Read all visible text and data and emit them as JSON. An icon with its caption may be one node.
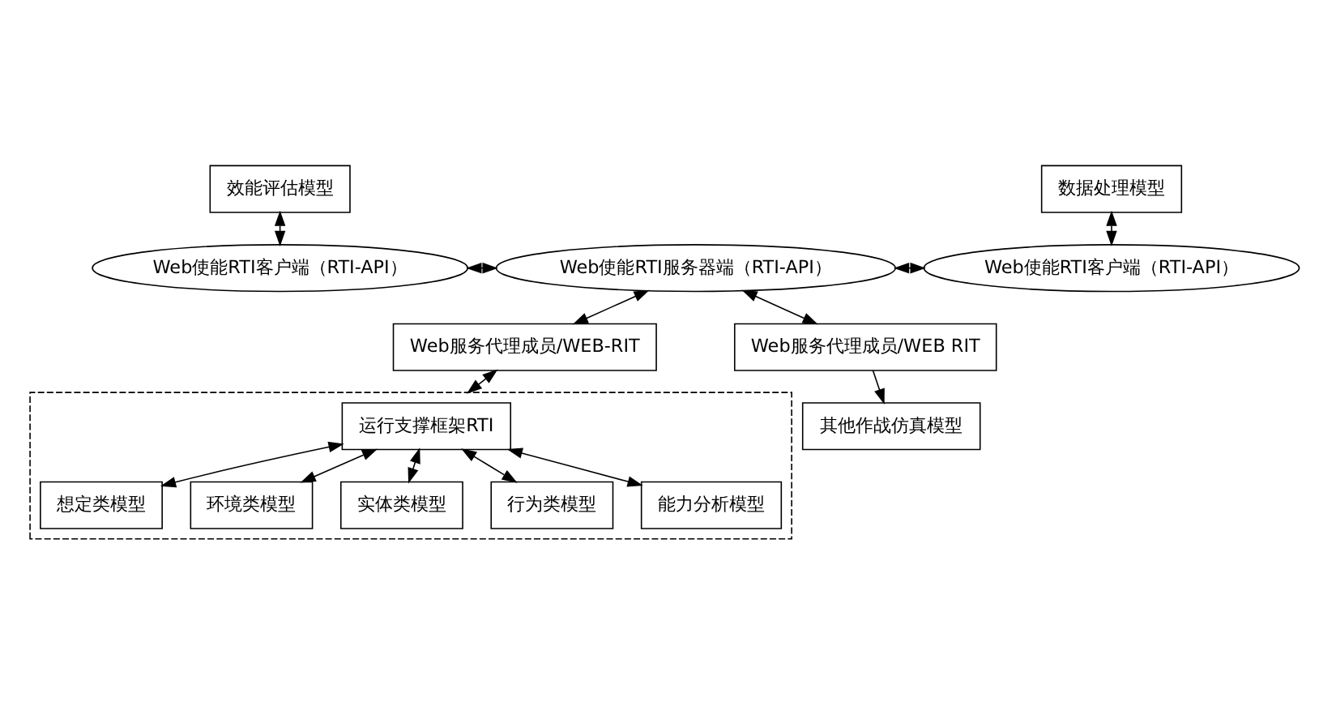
{
  "diagram": {
    "nodes": [
      {
        "text": [
          "效能评估模型"
        ]
      },
      {
        "text": [
          "数据处理模型"
        ]
      },
      {
        "text": [
          "Web使能RTI客户端（RTI-API）"
        ]
      },
      {
        "text": [
          "Web使能RTI服务器端（RTI-API）"
        ]
      },
      {
        "text": [
          "Web使能RTI客户端（RTI-API）"
        ]
      },
      {
        "text": [
          "Web服务代理成员/WEB-RIT"
        ]
      },
      {
        "text": [
          "Web服务代理成员/WEB RIT"
        ]
      },
      {
        "text": [
          "其他作战仿真模型"
        ]
      },
      {
        "text": [],
        "shape": "box"
      },
      {
        "text": [
          "运行支撑框架RTI"
        ],
        "in": 8
      },
      {
        "text": [
          "想定类模型"
        ],
        "in": 8
      },
      {
        "text": [
          "环境类模型"
        ],
        "in": 8
      },
      {
        "text": [
          "实体类模型"
        ],
        "in": 8
      },
      {
        "text": [
          "行为类模型"
        ],
        "in": 8
      },
      {
        "text": [
          "能力分析模型"
        ],
        "in": 8
      }
    ],
    "edges": [
      {
        "from": 0,
        "to": 2,
        "arrow": "both"
      },
      {
        "from": 1,
        "to": 4,
        "arrow": "both"
      },
      {
        "from": 2,
        "to": 3,
        "arrow": "both"
      },
      {
        "from": 3,
        "to": 4,
        "arrow": "both"
      },
      {
        "from": 3,
        "to": 5,
        "arrow": "both"
      },
      {
        "from": 3,
        "to": 6,
        "arrow": "both"
      },
      {
        "from": 5,
        "to": 8,
        "arrow": "both"
      },
      {
        "from": 6,
        "to": 7,
        "arrow": "to"
      },
      {
        "from": 9,
        "to": 10,
        "arrow": "both"
      },
      {
        "from": 9,
        "to": 13,
        "arrow": "both"
      },
      {
        "from": 9,
        "to": 11,
        "arrow": "both"
      },
      {
        "from": 9,
        "to": 14,
        "arrow": "both"
      },
      {
        "from": 9,
        "to": 12,
        "arrow": "both"
      }
    ]
  }
}
